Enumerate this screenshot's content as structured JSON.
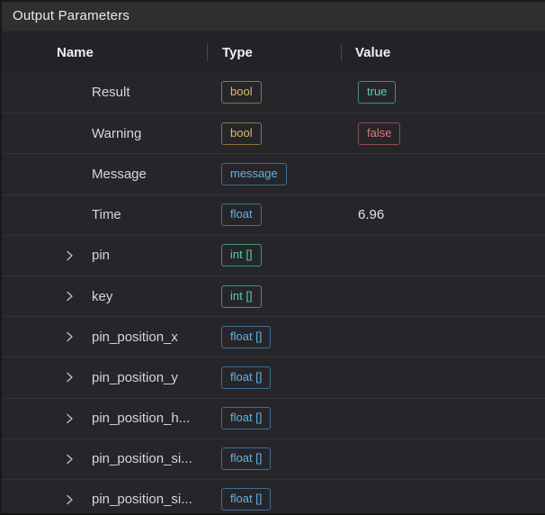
{
  "panel": {
    "title": "Output Parameters"
  },
  "colors": {
    "accent_gold": "#dcba6a",
    "accent_green": "#57d3a4",
    "accent_blue": "#64b1de",
    "accent_red": "#e2767e",
    "titlebar_bg": "#2f2f30",
    "header_bg": "#232327",
    "row_bg": "#26262a"
  },
  "table": {
    "columns": {
      "name": "Name",
      "type": "Type",
      "value": "Value"
    },
    "rows": [
      {
        "name": "Result",
        "expandable": false,
        "type": {
          "label": "bool",
          "color": "gold"
        },
        "value": {
          "label": "true",
          "badge": true,
          "color": "green"
        }
      },
      {
        "name": "Warning",
        "expandable": false,
        "type": {
          "label": "bool",
          "color": "gold"
        },
        "value": {
          "label": "false",
          "badge": true,
          "color": "red"
        }
      },
      {
        "name": "Message",
        "expandable": false,
        "type": {
          "label": "message",
          "color": "blue"
        },
        "value": null
      },
      {
        "name": "Time",
        "expandable": false,
        "type": {
          "label": "float",
          "color": "blue"
        },
        "value": {
          "label": "6.96",
          "badge": false
        }
      },
      {
        "name": "pin",
        "expandable": true,
        "type": {
          "label": "int []",
          "color": "green"
        },
        "value": null
      },
      {
        "name": "key",
        "expandable": true,
        "type": {
          "label": "int []",
          "color": "green"
        },
        "value": null
      },
      {
        "name": "pin_position_x",
        "expandable": true,
        "type": {
          "label": "float []",
          "color": "blue"
        },
        "value": null
      },
      {
        "name": "pin_position_y",
        "expandable": true,
        "type": {
          "label": "float []",
          "color": "blue"
        },
        "value": null
      },
      {
        "name": "pin_position_h...",
        "expandable": true,
        "type": {
          "label": "float []",
          "color": "blue"
        },
        "value": null
      },
      {
        "name": "pin_position_si...",
        "expandable": true,
        "type": {
          "label": "float []",
          "color": "blue"
        },
        "value": null
      },
      {
        "name": "pin_position_si...",
        "expandable": true,
        "type": {
          "label": "float []",
          "color": "blue"
        },
        "value": null
      }
    ]
  }
}
